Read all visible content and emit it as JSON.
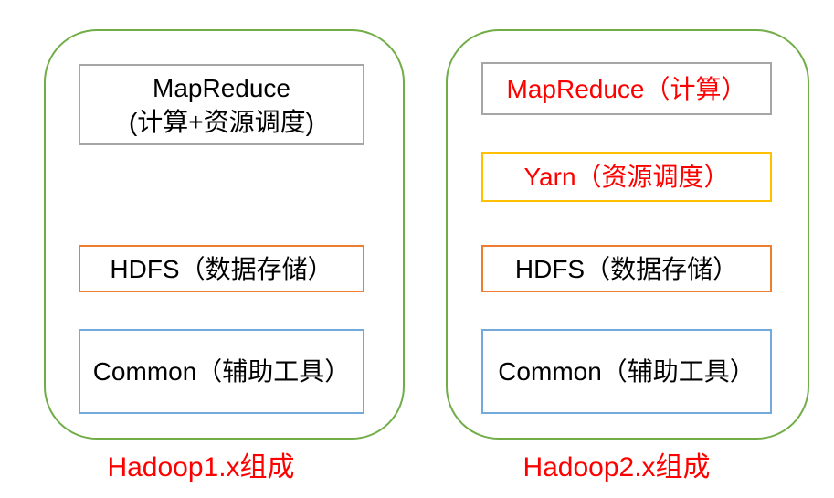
{
  "colors": {
    "container_border": "#70AD47",
    "gray_border": "#A6A6A6",
    "orange_border": "#ED7D31",
    "blue_border": "#74A9DC",
    "gold_border": "#FFC000",
    "red_text": "#FF0000",
    "black_text": "#000000"
  },
  "panels": [
    {
      "caption": "Hadoop1.x组成",
      "boxes": [
        {
          "line1": "MapReduce",
          "line2": "(计算+资源调度)",
          "border_color": "#A6A6A6",
          "text_color": "#000000"
        },
        {
          "label": "HDFS（数据存储）",
          "border_color": "#ED7D31",
          "text_color": "#000000"
        },
        {
          "label": "Common（辅助工具）",
          "border_color": "#74A9DC",
          "text_color": "#000000"
        }
      ]
    },
    {
      "caption": "Hadoop2.x组成",
      "boxes": [
        {
          "label": "MapReduce（计算）",
          "border_color": "#A6A6A6",
          "text_color": "#FF0000"
        },
        {
          "label": "Yarn（资源调度）",
          "border_color": "#FFC000",
          "text_color": "#FF0000"
        },
        {
          "label": "HDFS（数据存储）",
          "border_color": "#ED7D31",
          "text_color": "#000000"
        },
        {
          "label": "Common（辅助工具）",
          "border_color": "#74A9DC",
          "text_color": "#000000"
        }
      ]
    }
  ]
}
